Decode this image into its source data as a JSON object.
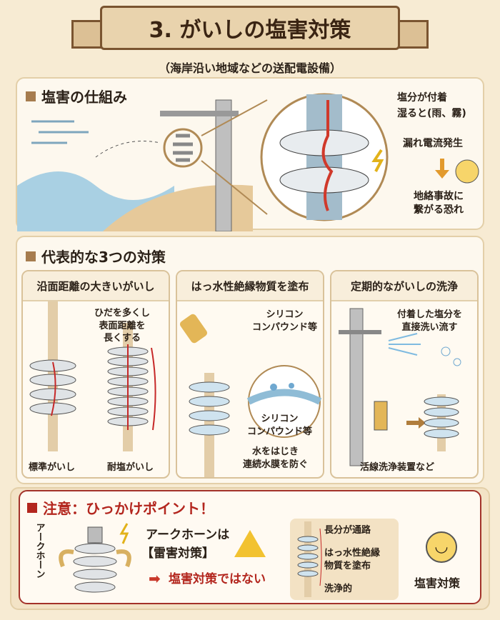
{
  "title": "3. がいしの塩害対策",
  "subtitle": "（海岸沿い地域などの送配電設備）",
  "mechanism": {
    "heading": "塩害の仕組み",
    "label1": "塩分が付着",
    "label2": "湿ると(雨、霧)",
    "label3": "漏れ電流発生",
    "label4a": "地絡事故に",
    "label4b": "繋がる恐れ"
  },
  "measures": {
    "heading": "代表的な3つの対策",
    "panels": [
      {
        "title": "沿面距離の大きいがいし",
        "note1": "ひだを多くし",
        "note2": "表面距離を",
        "note3": "長くする",
        "cap_left": "標準がいし",
        "cap_right": "耐塩がいし"
      },
      {
        "title": "はっ水性絶縁物質を塗布",
        "note_top1": "シリコン",
        "note_top2": "コンパウンド等",
        "note_mid1": "シリコン",
        "note_mid2": "コンパウンド等",
        "note_bot1": "水をはじき",
        "note_bot2": "連続水膜を防ぐ"
      },
      {
        "title": "定期的ながいしの洗浄",
        "note1": "付着した塩分を",
        "note2": "直接洗い流す",
        "caption": "活線洗浄装置など"
      }
    ]
  },
  "caution": {
    "heading": "注意：ひっかけポイント！",
    "arc_label": "アークホーン",
    "line1": "アークホーンは",
    "line2": "【雷害対策】",
    "line3": "塩害対策ではない",
    "box_label1": "長分が通路",
    "box_label2a": "はっ水性絶縁",
    "box_label2b": "物質を塗布",
    "box_label3": "洗浄的",
    "smile_label": "塩害対策"
  },
  "colors": {
    "accent_red": "#b3261e",
    "brown": "#7a5430",
    "cream": "#f7ebd3"
  }
}
